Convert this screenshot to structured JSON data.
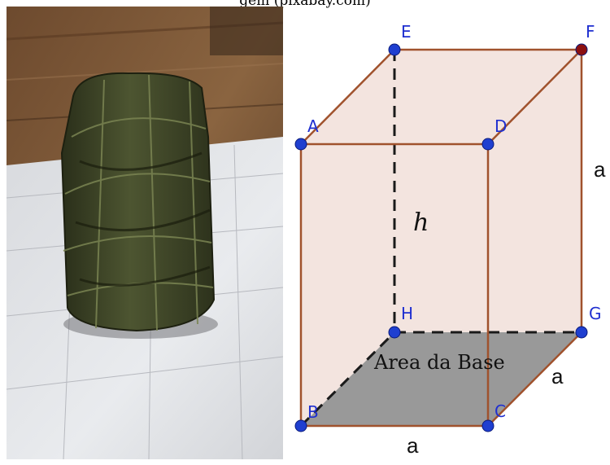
{
  "top_caption": "gem           (pixabay.com)",
  "diagram": {
    "vertex_labels": {
      "A": "A",
      "B": "B",
      "C": "C",
      "D": "D",
      "E": "E",
      "F": "F",
      "G": "G",
      "H": "H"
    },
    "height_label": "h",
    "base_area_label": "Area da Base",
    "edge_label_right": "a",
    "edge_label_base_depth": "a",
    "edge_label_base_front": "a"
  },
  "colors": {
    "edge": "#a0522d",
    "face_fill": "#f3e4df",
    "base_fill": "#999999",
    "point": "#1f3fd0",
    "point_F": "#8b1010",
    "label": "#1f2fd0",
    "dashed": "#1a1a1a"
  }
}
